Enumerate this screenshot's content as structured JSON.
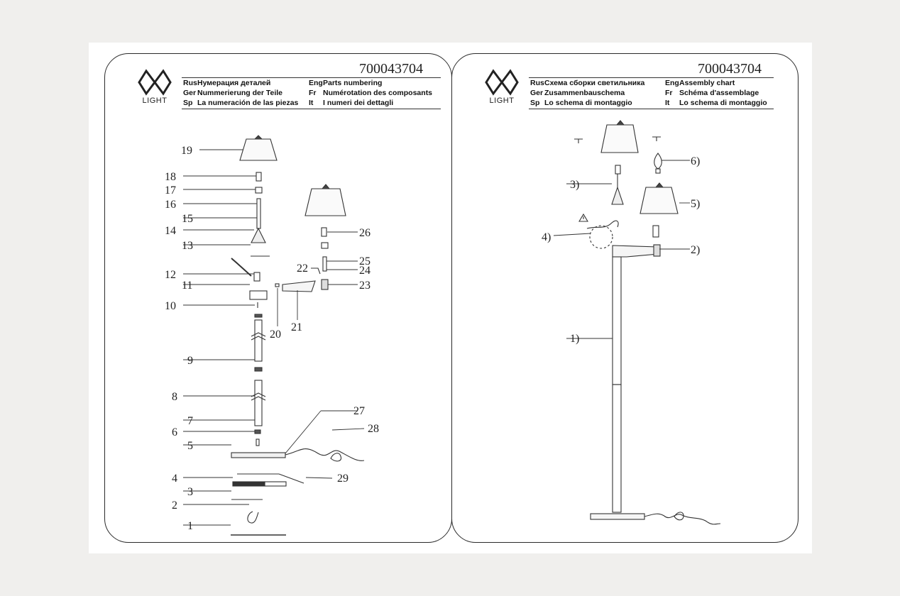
{
  "doc_code": "700043704",
  "brand": "LIGHT",
  "left_panel": {
    "headers": [
      {
        "lang": "Rus",
        "text": "Нумерация деталей"
      },
      {
        "lang": "Eng",
        "text": "Parts numbering"
      },
      {
        "lang": "Ger",
        "text": "Nummerierung der Teile"
      },
      {
        "lang": "Fr",
        "text": "Numérotation des composants"
      },
      {
        "lang": "Sp",
        "text": "La numeración de las piezas"
      },
      {
        "lang": "It",
        "text": "I numeri dei dettagli"
      }
    ],
    "part_numbers": [
      "1",
      "2",
      "3",
      "4",
      "5",
      "6",
      "7",
      "8",
      "9",
      "10",
      "11",
      "12",
      "13",
      "14",
      "15",
      "16",
      "17",
      "18",
      "19",
      "20",
      "21",
      "22",
      "23",
      "24",
      "25",
      "26",
      "27",
      "28",
      "29"
    ]
  },
  "right_panel": {
    "headers": [
      {
        "lang": "Rus",
        "text": "Схема сборки светильника"
      },
      {
        "lang": "Eng",
        "text": "Assembly chart"
      },
      {
        "lang": "Ger",
        "text": "Zusammenbauschema"
      },
      {
        "lang": "Fr",
        "text": "Schéma d'assemblage"
      },
      {
        "lang": "Sp",
        "text": "Lo schema di montaggio"
      },
      {
        "lang": "It",
        "text": "Lo schema di montaggio"
      }
    ],
    "step_labels": [
      "1)",
      "2)",
      "3)",
      "4)",
      "5)",
      "6)"
    ]
  }
}
